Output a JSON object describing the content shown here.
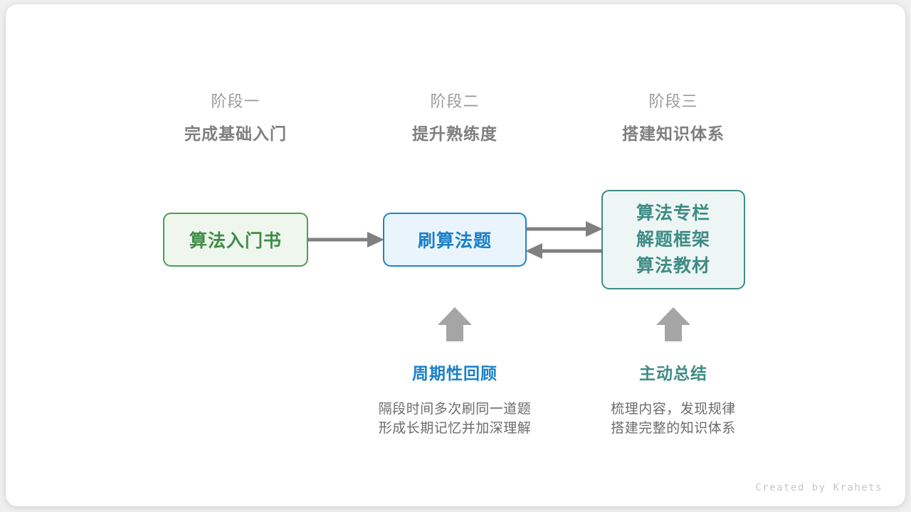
{
  "diagram": {
    "title_credit": "Created by Krahets",
    "colors": {
      "green": "#4f9c55",
      "green_text": "#3f8c47",
      "green_fill": "#eef6ee",
      "blue": "#1f82cf",
      "blue_text": "#1a7fc8",
      "blue_fill": "#e9f4fd",
      "teal": "#3e8c85",
      "teal_fill": "#eef6f5",
      "arrow_gray": "#808080",
      "up_arrow_gray": "#a5a5a5",
      "header_sub_gray": "#9a9a9a",
      "header_title_gray": "#7e7e7e",
      "desc_gray": "#6b6b6b",
      "credit_gray": "#c8c8c8",
      "card_bg": "#ffffff",
      "page_bg": "#f0f0f0"
    },
    "stages": [
      {
        "sub": "阶段一",
        "title": "完成基础入门"
      },
      {
        "sub": "阶段二",
        "title": "提升熟练度"
      },
      {
        "sub": "阶段三",
        "title": "搭建知识体系"
      }
    ],
    "nodes": {
      "book": {
        "label": "算法入门书"
      },
      "practice": {
        "label": "刷算法题"
      },
      "resources": {
        "lines": [
          "算法专栏",
          "解题框架",
          "算法教材"
        ]
      }
    },
    "annotations": [
      {
        "title": "周期性回顾",
        "desc_lines": [
          "隔段时间多次刷同一道题",
          "形成长期记忆并加深理解"
        ]
      },
      {
        "title": "主动总结",
        "desc_lines": [
          "梳理内容，发现规律",
          "搭建完整的知识体系"
        ]
      }
    ]
  }
}
